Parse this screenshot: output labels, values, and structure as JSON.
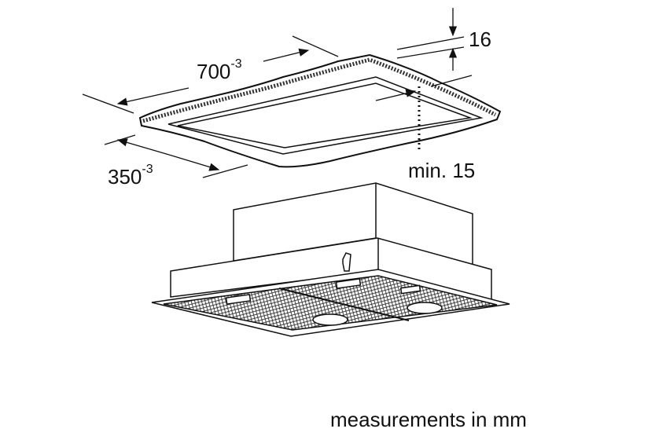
{
  "dimensions": {
    "width": {
      "value": "700",
      "tolerance": "-3"
    },
    "depth": {
      "value": "350",
      "tolerance": "-3"
    },
    "frame_thickness": "16",
    "min_clearance": "min. 15"
  },
  "footer": {
    "units_note": "measurements in mm"
  }
}
